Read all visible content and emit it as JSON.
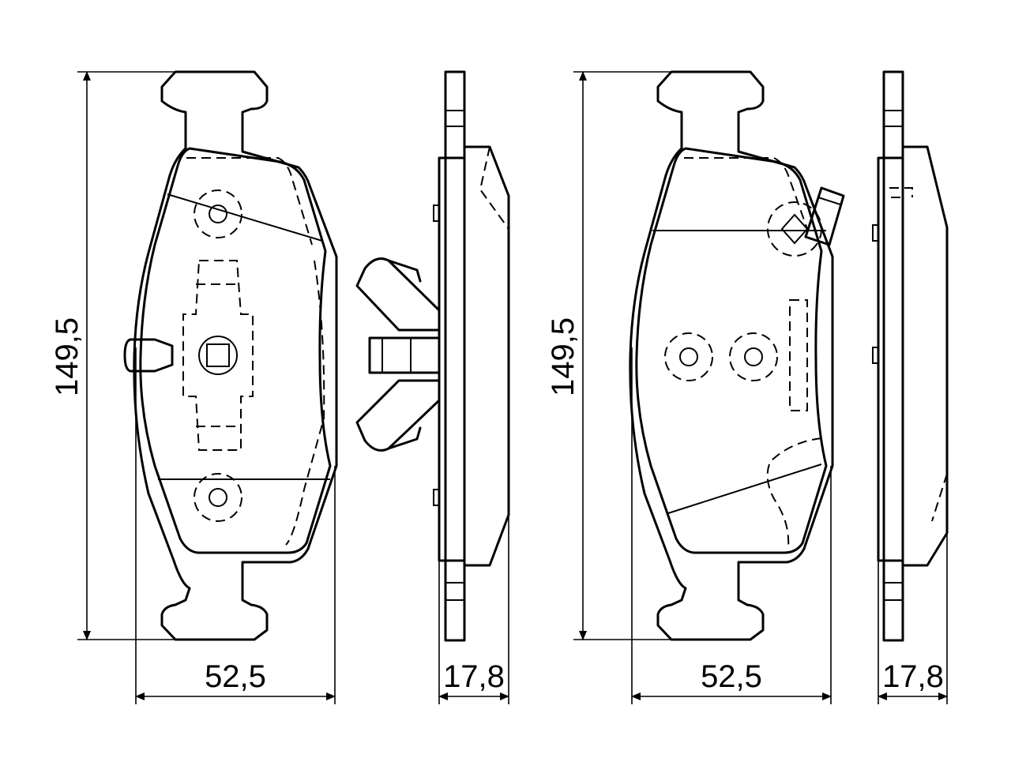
{
  "dimensions": {
    "left_height": "149,5",
    "left_width": "52,5",
    "left_thickness": "17,8",
    "right_height": "149,5",
    "right_width": "52,5",
    "right_thickness": "17,8"
  },
  "colors": {
    "line": "#000000",
    "background": "#ffffff"
  }
}
